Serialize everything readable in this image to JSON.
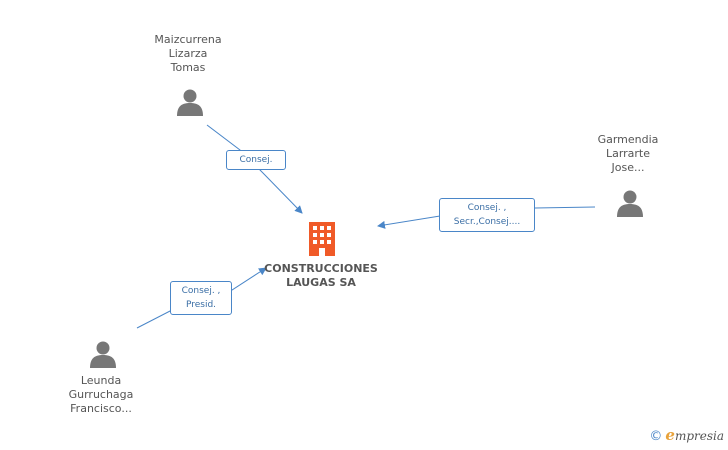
{
  "company": {
    "name_line1": "CONSTRUCCIONES",
    "name_line2": "LAUGAS SA",
    "color": "#f05a28"
  },
  "people": [
    {
      "id": "p1",
      "lines": [
        "Maizcurrena",
        "Lizarza",
        "Tomas"
      ],
      "icon": "person-icon"
    },
    {
      "id": "p2",
      "lines": [
        "Garmendia",
        "Larrarte",
        "Jose..."
      ],
      "icon": "person-icon"
    },
    {
      "id": "p3",
      "lines": [
        "Leunda",
        "Gurruchaga",
        "Francisco..."
      ],
      "icon": "person-icon"
    }
  ],
  "relations": [
    {
      "from": "p1",
      "lines": [
        "Consej."
      ]
    },
    {
      "from": "p2",
      "lines": [
        "Consej. ,",
        "Secr.,Consej...."
      ]
    },
    {
      "from": "p3",
      "lines": [
        "Consej. ,",
        "Presid."
      ]
    }
  ],
  "brand": {
    "copyright": "©",
    "initial": "e",
    "rest": "mpresia"
  },
  "colors": {
    "edge": "#4a86c8",
    "person": "#777777",
    "text": "#555555"
  }
}
